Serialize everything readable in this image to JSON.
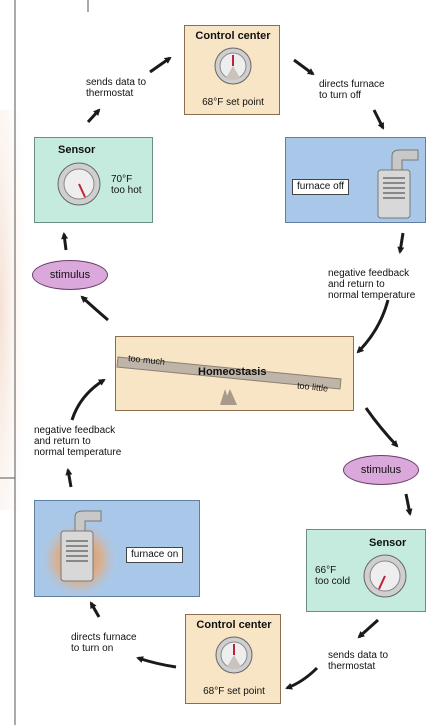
{
  "colors": {
    "control_center_fill": "#f7e5c5",
    "sensor_fill": "#c5ebdf",
    "furnace_fill": "#a9c8e9",
    "stimulus_fill": "#dba8db",
    "arrow": "#1a1a1a"
  },
  "top_cycle": {
    "control_center": {
      "title": "Control center",
      "set_point": "68°F set point"
    },
    "sensor": {
      "title": "Sensor",
      "reading_line1": "70°F",
      "reading_line2": "too hot"
    },
    "furnace": {
      "status": "furnace off"
    },
    "sends_data": [
      "sends data to",
      "thermostat"
    ],
    "directs_furnace": [
      "directs furnace",
      "to turn off"
    ],
    "negative_feedback": [
      "negative feedback",
      "and return to",
      "normal temperature"
    ],
    "stimulus": "stimulus"
  },
  "homeostasis": {
    "title": "Homeostasis",
    "left_label": "too much",
    "right_label": "too little"
  },
  "bottom_cycle": {
    "negative_feedback": [
      "negative feedback",
      "and return to",
      "normal temperature"
    ],
    "stimulus": "stimulus",
    "furnace": {
      "status": "furnace on"
    },
    "sensor": {
      "title": "Sensor",
      "reading_line1": "66°F",
      "reading_line2": "too cold"
    },
    "directs_furnace": [
      "directs furnace",
      "to turn on"
    ],
    "control_center": {
      "title": "Control center",
      "set_point": "68°F set point"
    },
    "sends_data": [
      "sends data to",
      "thermostat"
    ]
  },
  "icons": [
    "thermostat-icon",
    "furnace-icon",
    "arrow-icon"
  ]
}
